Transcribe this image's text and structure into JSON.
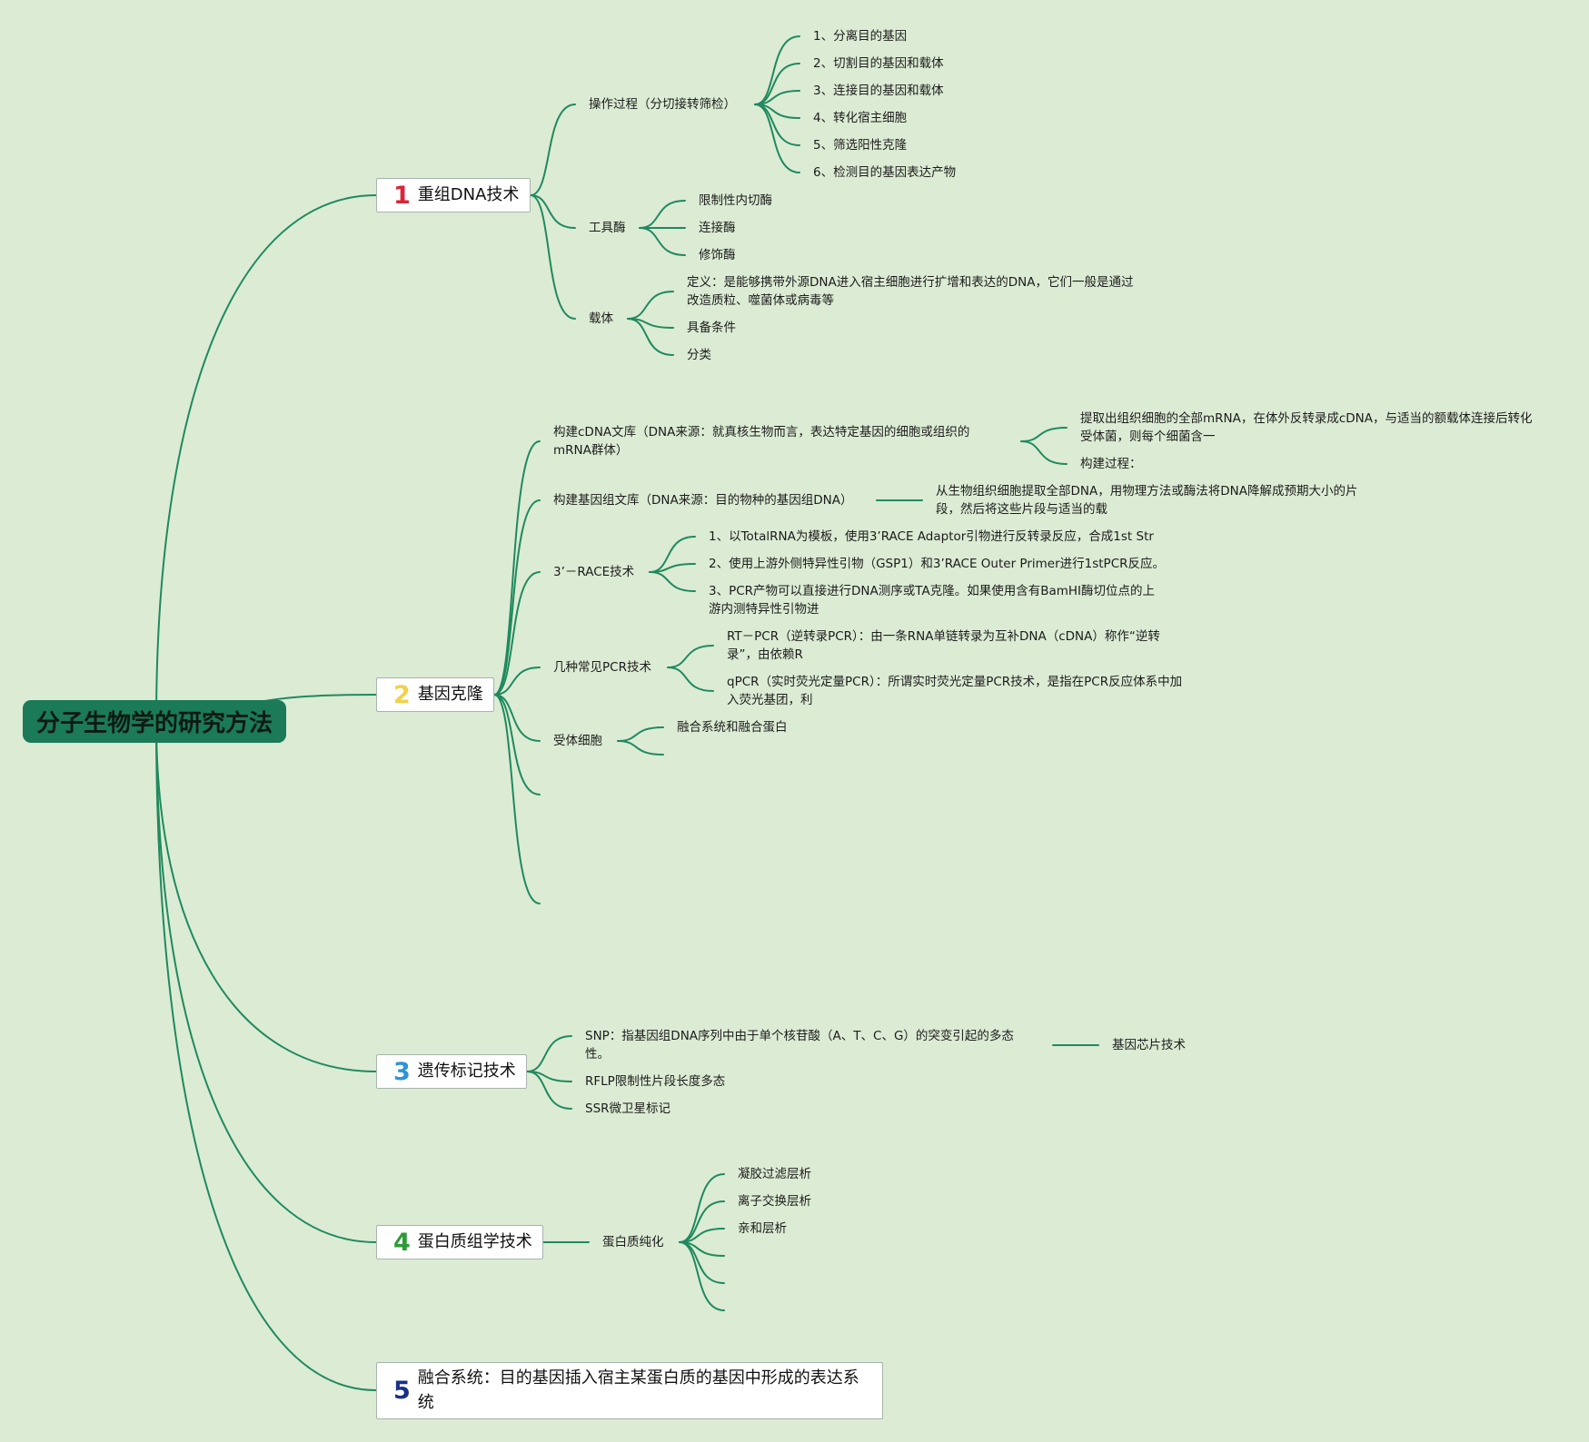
{
  "root": "分子生物学的研究方法",
  "colors": {
    "background": "#dcebd4",
    "root_fill": "#1b7a58",
    "line": "#1f8a5e",
    "num1": "#d8263a",
    "num2": "#f1d24b",
    "num3": "#2f93d6",
    "num4": "#2f9a3a",
    "num5": "#1a2f86"
  },
  "branches": [
    {
      "num": "1",
      "label": "重组DNA技术",
      "children": [
        {
          "label": "操作过程（分切接转筛检）",
          "children": [
            "1、分离目的基因",
            "2、切割目的基因和载体",
            "3、连接目的基因和载体",
            "4、转化宿主细胞",
            "5、筛选阳性克隆",
            "6、检测目的基因表达产物"
          ]
        },
        {
          "label": "工具酶",
          "children": [
            "限制性内切酶",
            "连接酶",
            "修饰酶"
          ]
        },
        {
          "label": "载体",
          "children": [
            "定义：是能够携带外源DNA进入宿主细胞进行扩增和表达的DNA，它们一般是通过改造质粒、噬菌体或病毒等",
            "具备条件",
            "分类"
          ]
        }
      ]
    },
    {
      "num": "2",
      "label": "基因克隆",
      "children": [
        {
          "label": "构建cDNA文库（DNA来源：就真核生物而言，表达特定基因的细胞或组织的mRNA群体）",
          "children": [
            "提取出组织细胞的全部mRNA，在体外反转录成cDNA，与适当的额载体连接后转化受体菌，则每个细菌含一",
            "构建过程："
          ]
        },
        {
          "label": "构建基因组文库（DNA来源：目的物种的基因组DNA）",
          "children": [
            "从生物组织细胞提取全部DNA，用物理方法或酶法将DNA降解成预期大小的片段，然后将这些片段与适当的载"
          ]
        },
        {
          "label": "3’－RACE技术",
          "children": [
            "1、以TotalRNA为模板，使用3’RACE Adaptor引物进行反转录反应，合成1st Str",
            "2、使用上游外侧特异性引物（GSP1）和3’RACE Outer Primer进行1stPCR反应。",
            "3、PCR产物可以直接进行DNA测序或TA克隆。如果使用含有BamHI酶切位点的上游内测特异性引物进"
          ]
        },
        {
          "label": "几种常见PCR技术",
          "children": [
            "RT－PCR（逆转录PCR）：由一条RNA单链转录为互补DNA（cDNA）称作“逆转录”，由依赖R",
            "qPCR（实时荧光定量PCR）：所谓实时荧光定量PCR技术，是指在PCR反应体系中加入荧光基团，利"
          ]
        },
        {
          "label": "受体细胞",
          "children": [
            "融合系统和融合蛋白"
          ]
        }
      ]
    },
    {
      "num": "3",
      "label": "遗传标记技术",
      "children": [
        {
          "label": "SNP：指基因组DNA序列中由于单个核苷酸（A、T、C、G）的突变引起的多态性。",
          "children": [
            "基因芯片技术"
          ]
        },
        {
          "label": "RFLP限制性片段长度多态"
        },
        {
          "label": "SSR微卫星标记"
        }
      ]
    },
    {
      "num": "4",
      "label": "蛋白质组学技术",
      "children": [
        {
          "label": "蛋白质纯化",
          "children": [
            "凝胶过滤层析",
            "离子交换层析",
            "亲和层析"
          ]
        }
      ]
    },
    {
      "num": "5",
      "label": "融合系统：目的基因插入宿主某蛋白质的基因中形成的表达系统"
    }
  ]
}
